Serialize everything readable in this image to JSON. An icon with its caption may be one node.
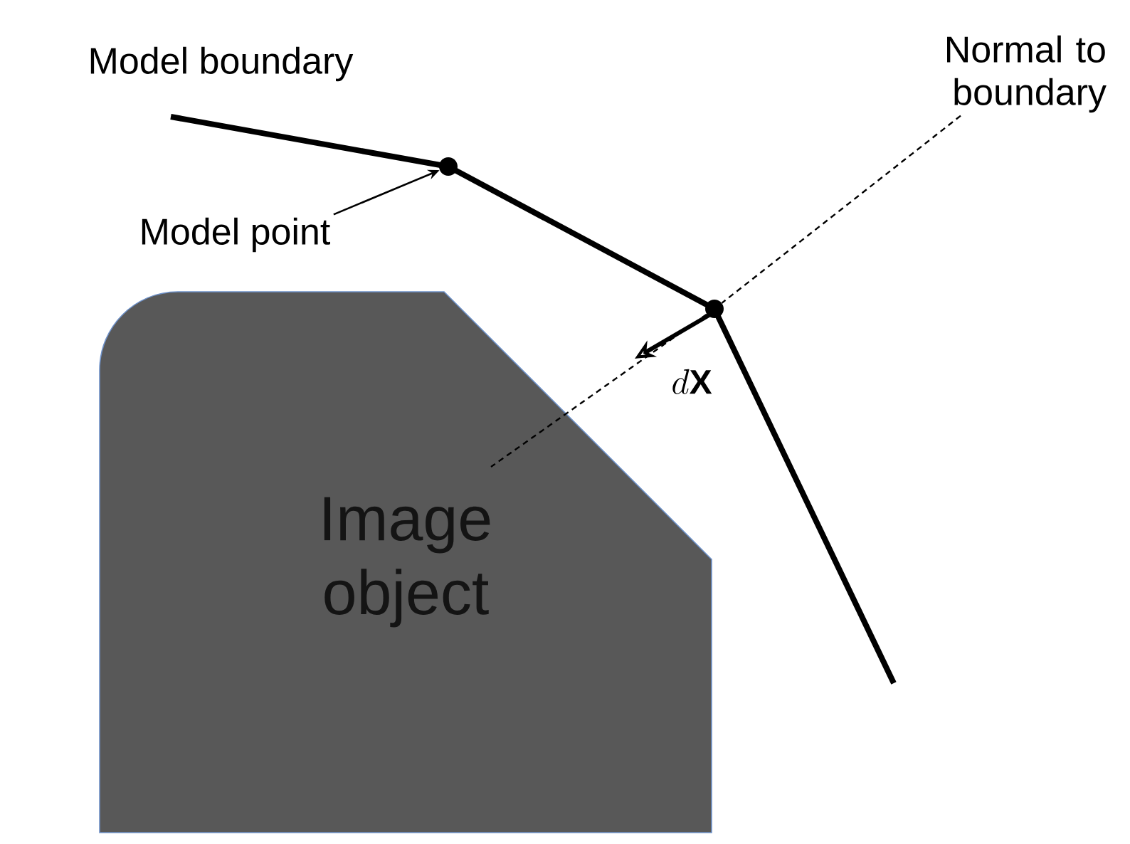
{
  "diagram": {
    "nodes": [
      {
        "text": [
          "Model point"
        ]
      },
      {
        "text": [],
        "shape": "circle"
      },
      {
        "text": [
          "Normal to boundary"
        ]
      },
      {
        "text": [],
        "shape": "circle"
      },
      {
        "text": [
          "Image object"
        ]
      }
    ],
    "edges": [
      {
        "from": 0,
        "to": 1,
        "arrow": "to"
      },
      {
        "from": 2,
        "to": 3,
        "arrow": "none",
        "style": "dashed"
      },
      {
        "from": 3,
        "to": 4,
        "arrow": "none",
        "style": "dashed"
      }
    ],
    "labels": [
      "Model boundary",
      "d\\mathbf{X}"
    ]
  }
}
